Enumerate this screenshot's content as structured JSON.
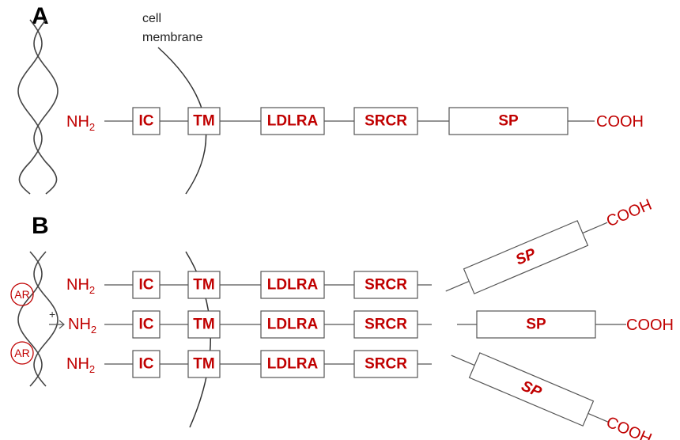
{
  "panels": {
    "a_label": "A",
    "b_label": "B"
  },
  "membrane_label": [
    "cell",
    "membrane"
  ],
  "terminals": {
    "n": "NH",
    "n_sub": "2",
    "c": "COOH"
  },
  "domains": {
    "ic": "IC",
    "tm": "TM",
    "ldlra": "LDLRA",
    "srcr": "SRCR",
    "sp": "SP"
  },
  "regulator": {
    "label": "AR",
    "plus": "+"
  },
  "colors": {
    "domain_text": "#c00000",
    "outline": "#555555"
  }
}
